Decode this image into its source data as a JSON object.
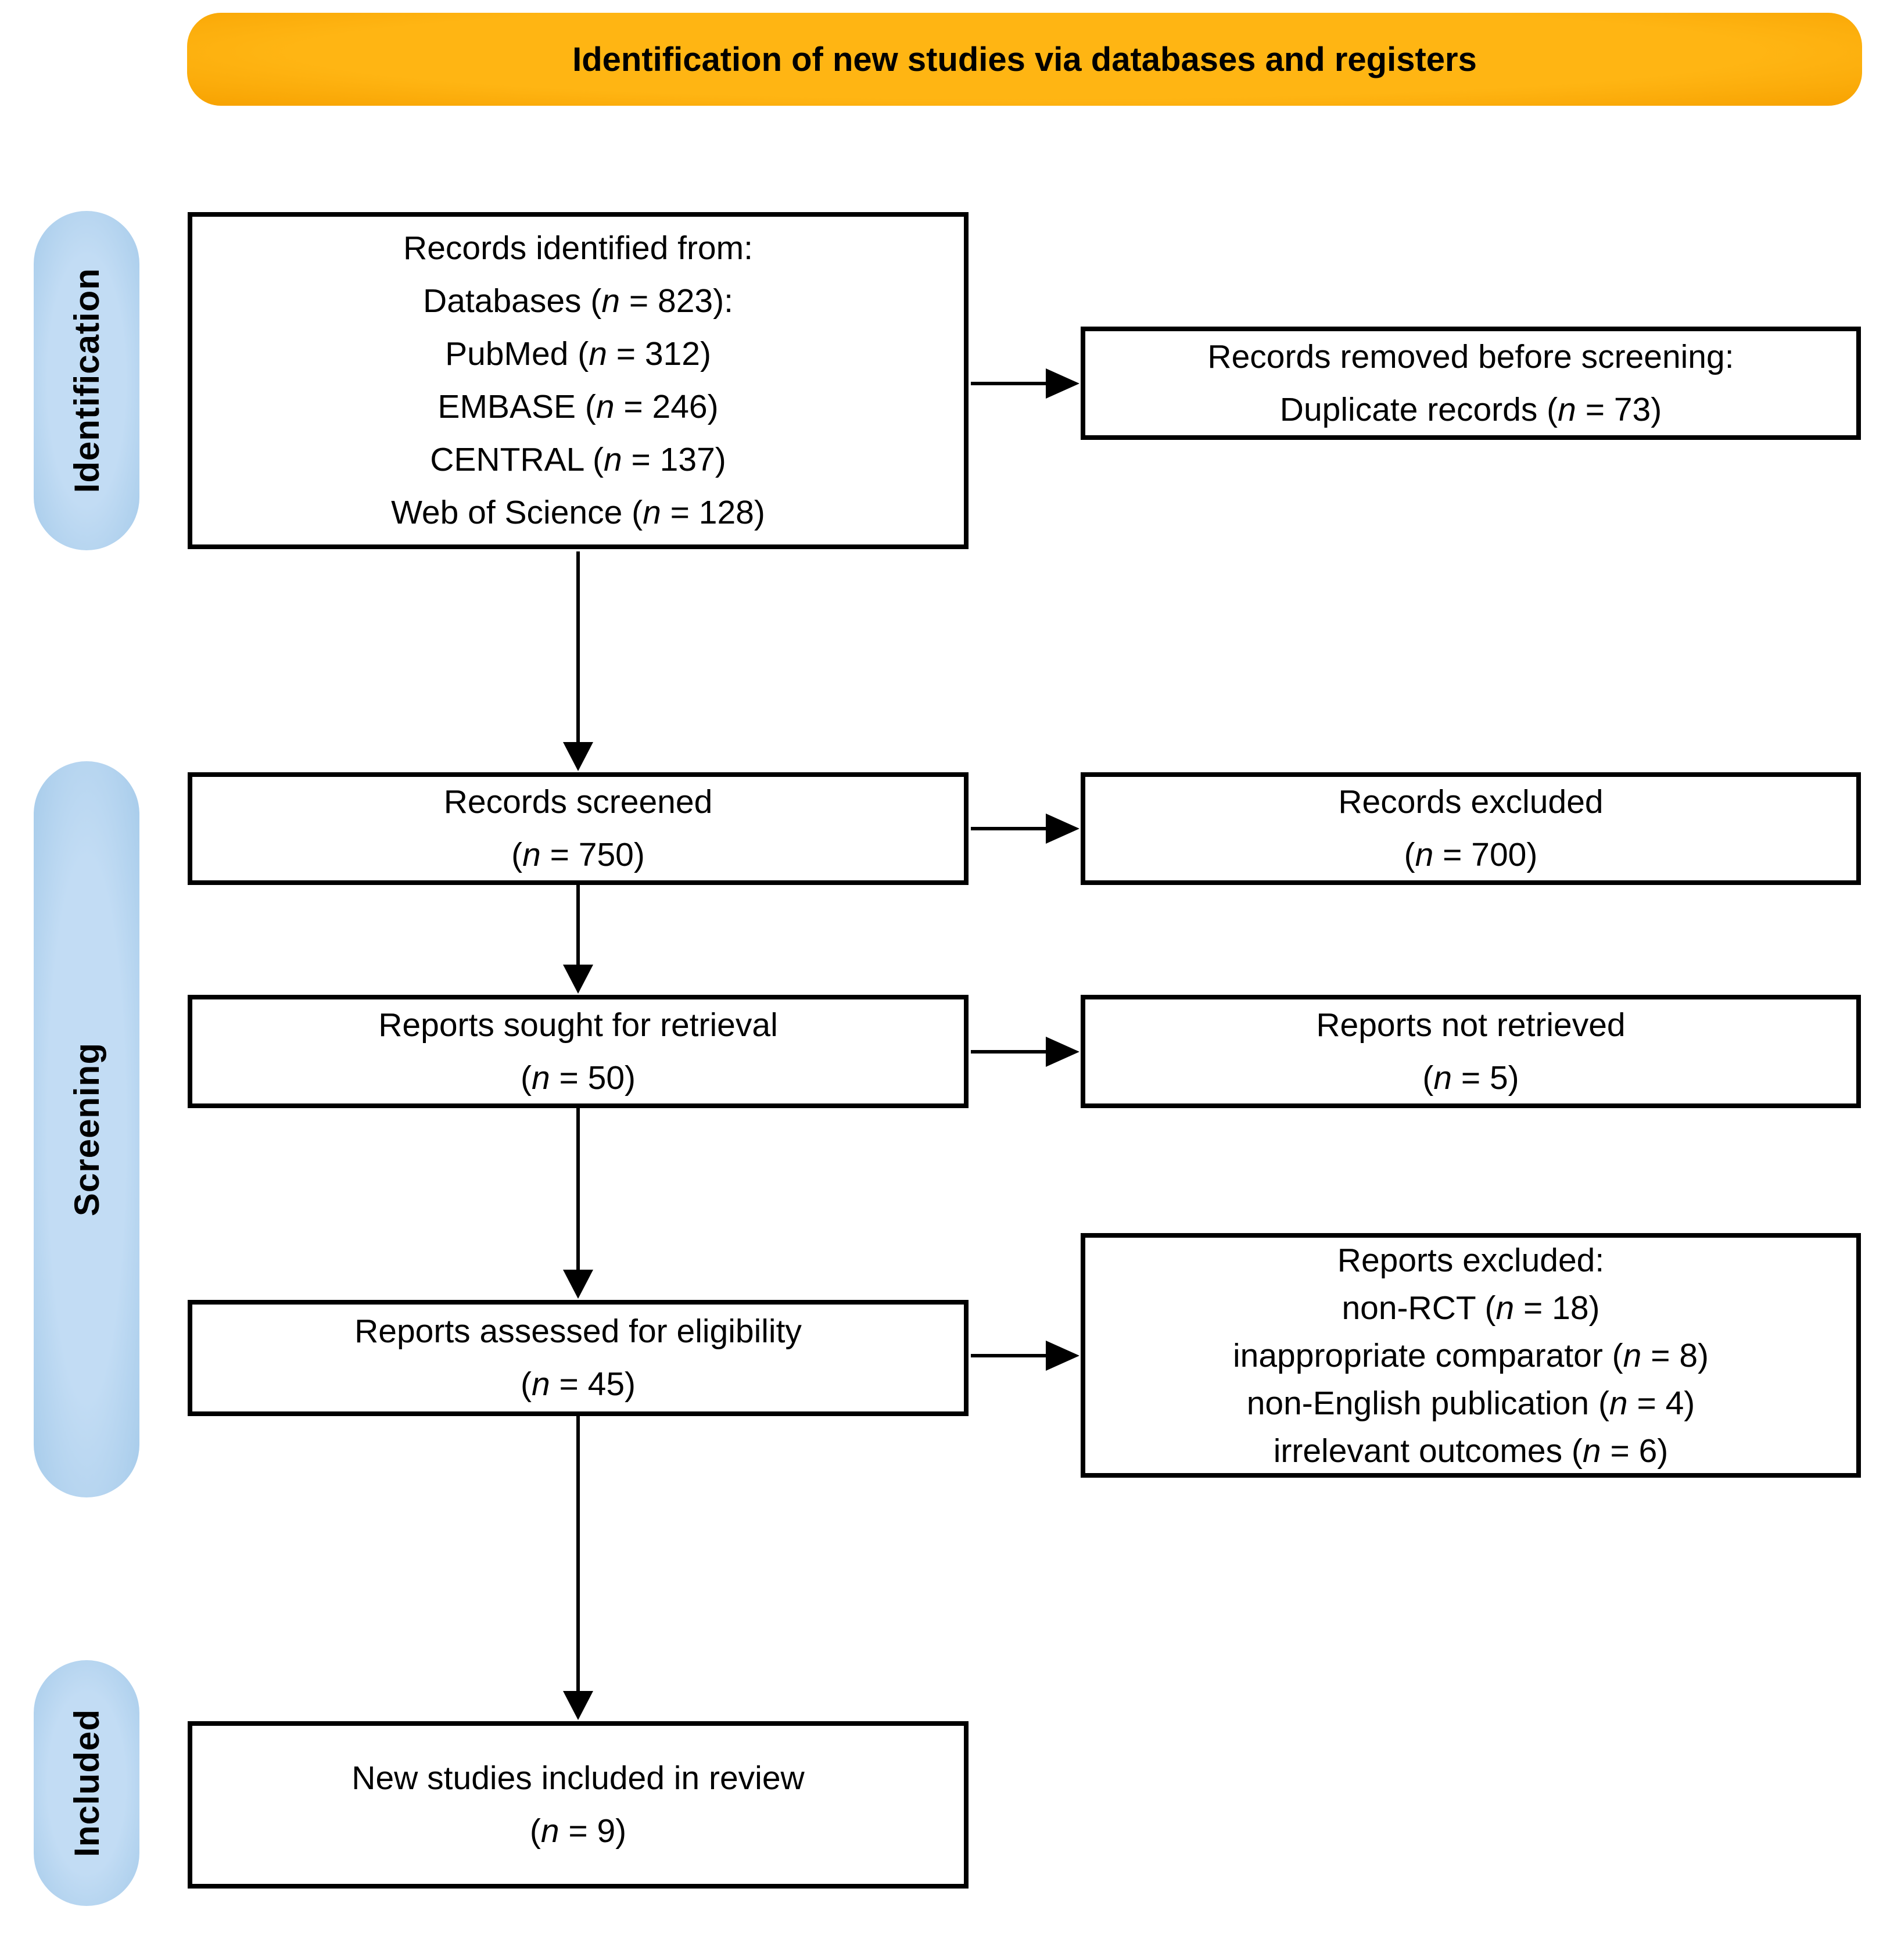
{
  "banner": {
    "title": "Identification of new studies via databases and registers"
  },
  "stages": {
    "identification": "Identification",
    "screening": "Screening",
    "included": "Included"
  },
  "boxes": {
    "records_identified": {
      "lines": [
        "Records identified from:",
        "Databases (n = 823):",
        "PubMed (n = 312)",
        "EMBASE (n = 246)",
        "CENTRAL (n = 137)",
        "Web of Science (n = 128)"
      ]
    },
    "records_removed": {
      "lines": [
        "Records removed before screening:",
        "Duplicate records (n = 73)"
      ]
    },
    "records_screened": {
      "lines": [
        "Records screened",
        "(n = 750)"
      ]
    },
    "records_excluded": {
      "lines": [
        "Records excluded",
        "(n = 700)"
      ]
    },
    "reports_sought": {
      "lines": [
        "Reports sought for retrieval",
        "(n = 50)"
      ]
    },
    "reports_not_retrieved": {
      "lines": [
        "Reports not retrieved",
        "(n = 5)"
      ]
    },
    "reports_assessed": {
      "lines": [
        "Reports assessed for eligibility",
        "(n = 45)"
      ]
    },
    "reports_excluded": {
      "lines": [
        "Reports excluded:",
        "non-RCT (n = 18)",
        "inappropriate comparator (n = 8)",
        "non-English publication (n = 4)",
        "irrelevant outcomes (n = 6)"
      ]
    },
    "new_studies": {
      "lines": [
        "New studies included in review",
        "(n = 9)"
      ]
    }
  },
  "colors": {
    "banner_fill": "#FFB513",
    "banner_rim": "#F7A201",
    "stage_fill": "#C2DCF4",
    "stage_rim": "#A6CBEA",
    "box_border": "#000000",
    "arrow": "#000000",
    "text": "#000000",
    "background": "#FFFFFF"
  }
}
